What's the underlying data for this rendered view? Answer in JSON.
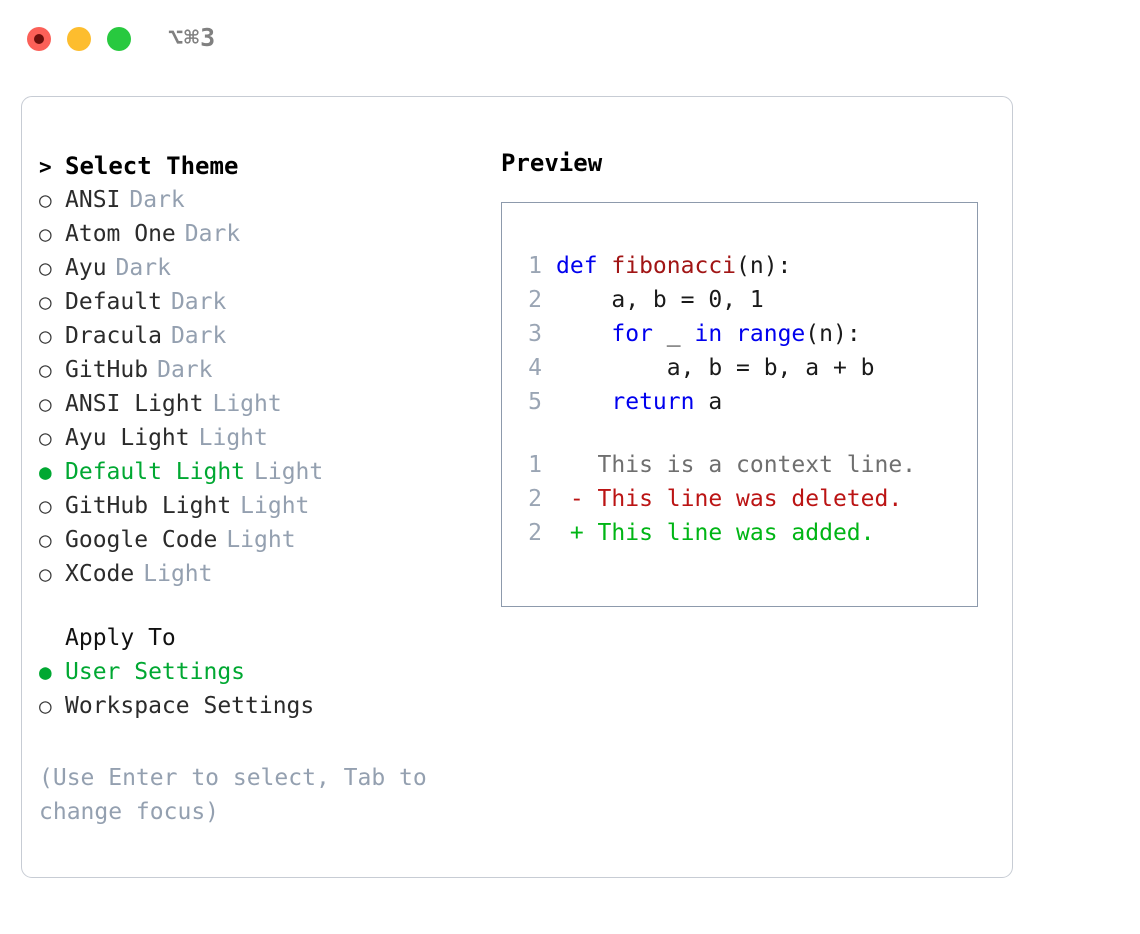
{
  "window": {
    "title": "⌥⌘3",
    "traffic_lights": [
      {
        "name": "close",
        "color": "#fb6058"
      },
      {
        "name": "minimize",
        "color": "#fdbd2e"
      },
      {
        "name": "maximize",
        "color": "#28c93f"
      }
    ]
  },
  "theme_panel": {
    "header": "Select Theme",
    "header_prefix": ">",
    "bullet_unselected": "○",
    "bullet_selected": "●",
    "items": [
      {
        "label": "ANSI",
        "variant": "Dark",
        "selected": false
      },
      {
        "label": "Atom One",
        "variant": "Dark",
        "selected": false
      },
      {
        "label": "Ayu",
        "variant": "Dark",
        "selected": false
      },
      {
        "label": "Default",
        "variant": "Dark",
        "selected": false
      },
      {
        "label": "Dracula",
        "variant": "Dark",
        "selected": false
      },
      {
        "label": "GitHub",
        "variant": "Dark",
        "selected": false
      },
      {
        "label": "ANSI Light",
        "variant": "Light",
        "selected": false
      },
      {
        "label": "Ayu Light",
        "variant": "Light",
        "selected": false
      },
      {
        "label": "Default Light",
        "variant": "Light",
        "selected": true
      },
      {
        "label": "GitHub Light",
        "variant": "Light",
        "selected": false
      },
      {
        "label": "Google Code",
        "variant": "Light",
        "selected": false
      },
      {
        "label": "XCode",
        "variant": "Light",
        "selected": false
      }
    ]
  },
  "apply_to": {
    "header": "Apply To",
    "items": [
      {
        "label": "User Settings",
        "selected": true
      },
      {
        "label": "Workspace Settings",
        "selected": false
      }
    ]
  },
  "hint": "(Use Enter to select, Tab to change focus)",
  "preview": {
    "title": "Preview",
    "code_lines": [
      {
        "no": "1",
        "tokens": [
          {
            "t": "def ",
            "c": "kw"
          },
          {
            "t": "fibonacci",
            "c": "fn"
          },
          {
            "t": "(n):",
            "c": "plain"
          }
        ]
      },
      {
        "no": "2",
        "tokens": [
          {
            "t": "    a, b = 0, 1",
            "c": "plain"
          }
        ]
      },
      {
        "no": "3",
        "tokens": [
          {
            "t": "    ",
            "c": "plain"
          },
          {
            "t": "for",
            "c": "kw"
          },
          {
            "t": " _ ",
            "c": "plain"
          },
          {
            "t": "in",
            "c": "kw"
          },
          {
            "t": " ",
            "c": "plain"
          },
          {
            "t": "range",
            "c": "kw"
          },
          {
            "t": "(n):",
            "c": "plain"
          }
        ]
      },
      {
        "no": "4",
        "tokens": [
          {
            "t": "        a, b = b, a + b",
            "c": "plain"
          }
        ]
      },
      {
        "no": "5",
        "tokens": [
          {
            "t": "    ",
            "c": "plain"
          },
          {
            "t": "return",
            "c": "kw"
          },
          {
            "t": " a",
            "c": "plain"
          }
        ]
      }
    ],
    "diff_lines": [
      {
        "no": "1",
        "marker": " ",
        "text": "This is a context line.",
        "kind": "diff-ctx"
      },
      {
        "no": "2",
        "marker": "-",
        "text": "This line was deleted.",
        "kind": "diff-del"
      },
      {
        "no": "2",
        "marker": "+",
        "text": "This line was added.",
        "kind": "diff-add"
      }
    ]
  },
  "colors": {
    "accent_green": "#00a832",
    "variant_gray": "#94a0b0",
    "keyword_blue": "#0000ee",
    "function_red": "#a11515",
    "diff_delete": "#bb1414",
    "diff_add": "#00b515",
    "panel_border": "#8d9aac",
    "dialog_border": "#c7ccd4"
  }
}
